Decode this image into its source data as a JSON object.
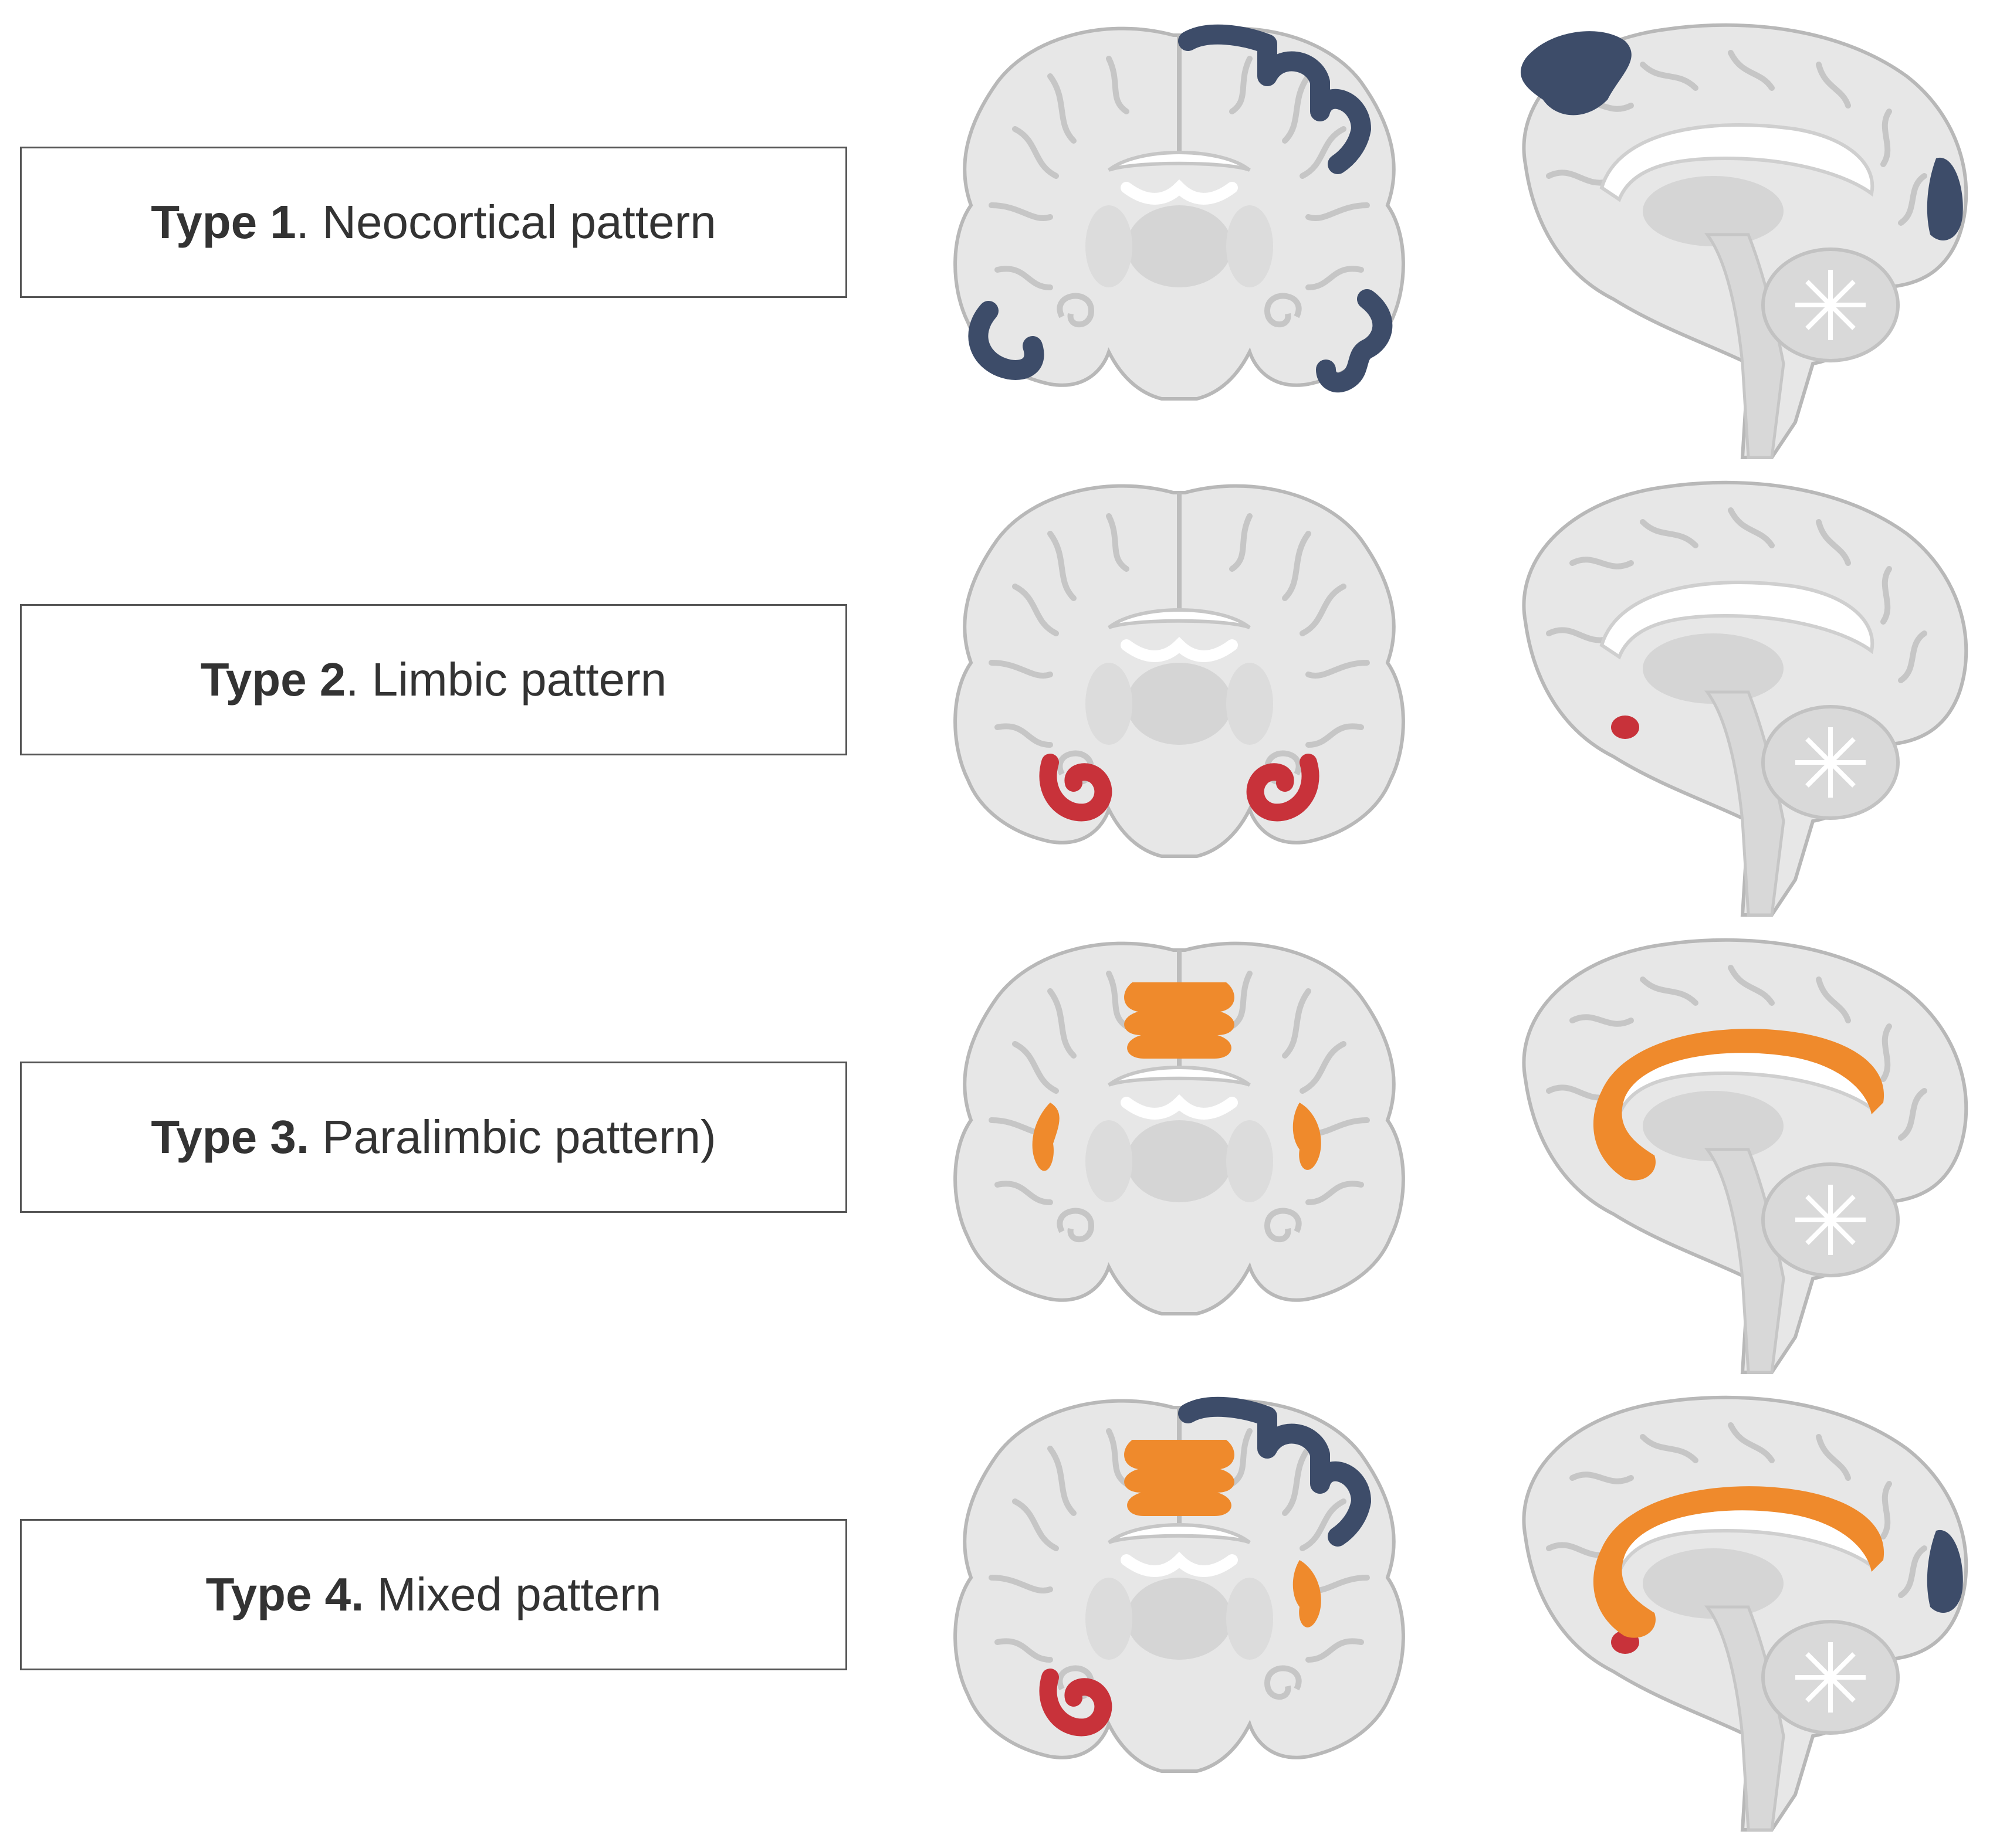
{
  "colors": {
    "neocortical": "#3d4c69",
    "limbic": "#c8323a",
    "paralimbic": "#ef8a2c",
    "brain_fill": "#e7e7e7",
    "brain_outline": "#b8b8b8",
    "box_border": "#555555"
  },
  "rows": [
    {
      "type_label": "Type 1",
      "separator": ".",
      "pattern_label": " Neocortical pattern",
      "neocortical": true,
      "limbic": false,
      "paralimbic": false
    },
    {
      "type_label": "Type 2",
      "separator": ".",
      "pattern_label": " Limbic pattern",
      "neocortical": false,
      "limbic": true,
      "paralimbic": false
    },
    {
      "type_label": "Type 3.",
      "separator": "",
      "pattern_label": " Paralimbic pattern)",
      "neocortical": false,
      "limbic": false,
      "paralimbic": true
    },
    {
      "type_label": "Type 4.",
      "separator": "",
      "pattern_label": " Mixed pattern",
      "neocortical": true,
      "limbic": true,
      "paralimbic": true
    }
  ]
}
